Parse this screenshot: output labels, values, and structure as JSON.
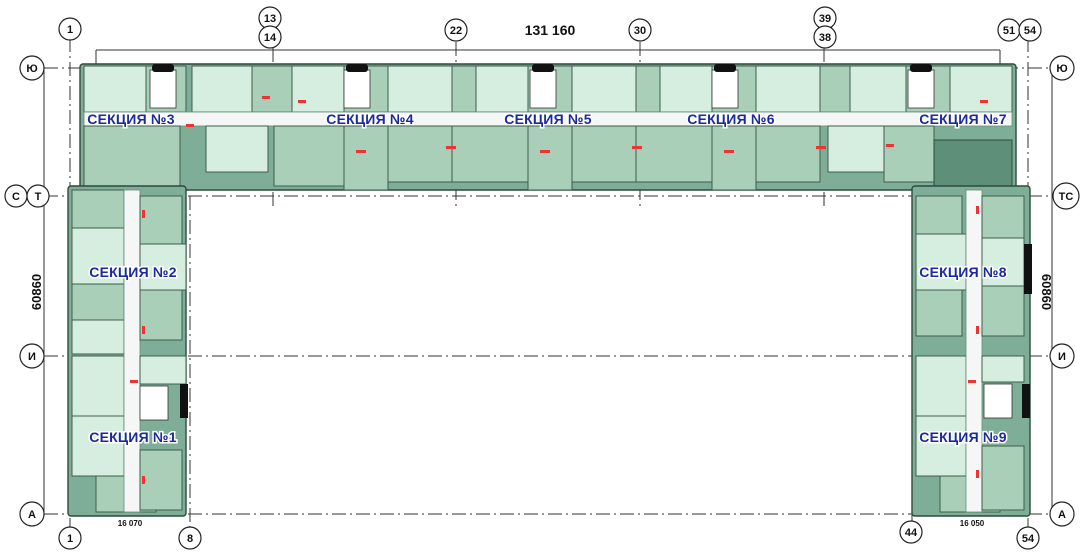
{
  "title_dimension": "131 160",
  "side_dimension_left": "60860",
  "side_dimension_right": "60860",
  "bottom_dimension_left": "16 070",
  "bottom_dimension_right": "16 050",
  "sections": [
    {
      "id": "s1",
      "label": "СЕКЦИЯ №1"
    },
    {
      "id": "s2",
      "label": "СЕКЦИЯ №2"
    },
    {
      "id": "s3",
      "label": "СЕКЦИЯ №3"
    },
    {
      "id": "s4",
      "label": "СЕКЦИЯ №4"
    },
    {
      "id": "s5",
      "label": "СЕКЦИЯ №5"
    },
    {
      "id": "s6",
      "label": "СЕКЦИЯ №6"
    },
    {
      "id": "s7",
      "label": "СЕКЦИЯ №7"
    },
    {
      "id": "s8",
      "label": "СЕКЦИЯ №8"
    },
    {
      "id": "s9",
      "label": "СЕКЦИЯ №9"
    }
  ],
  "axes": {
    "top": [
      "1",
      "13",
      "14",
      "22",
      "30",
      "39",
      "38",
      "51",
      "54"
    ],
    "bottom": [
      "1",
      "8",
      "44",
      "54"
    ],
    "left": [
      "Ю",
      "С",
      "И",
      "А"
    ],
    "right": [
      "Ю",
      "ТС",
      "И",
      "А"
    ],
    "left_extra": "Т"
  },
  "colors": {
    "apartment_light": "#d6eedf",
    "apartment_mid": "#a9cfb9",
    "wall": "#7fae98",
    "label": "#1a2a9e",
    "door": "#e33333"
  }
}
